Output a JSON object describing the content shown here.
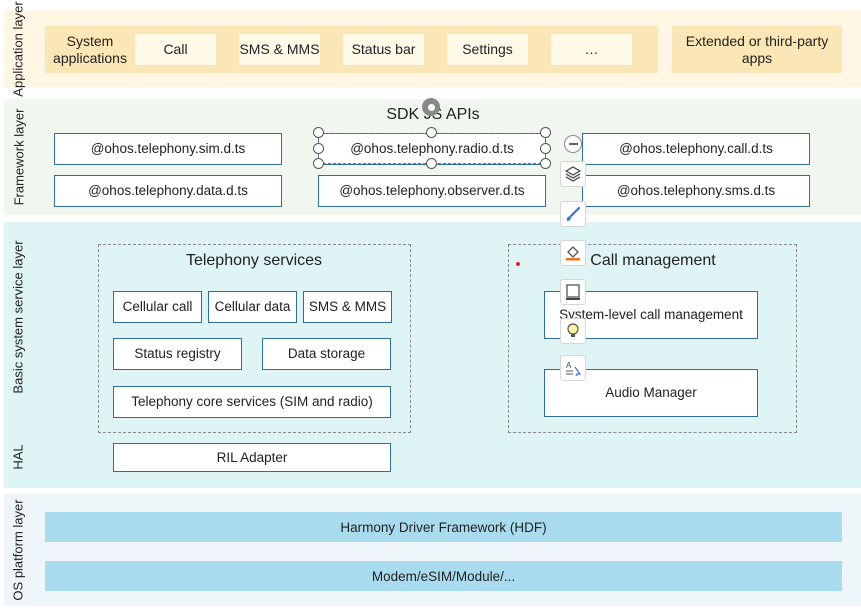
{
  "layers": {
    "application": "Application layer",
    "framework": "Framework layer",
    "basic": "Basic system service layer",
    "hal": "HAL",
    "os": "OS platform layer"
  },
  "application": {
    "items": [
      "System applications",
      "Call",
      "SMS & MMS",
      "Status bar",
      "Settings",
      "…"
    ],
    "extended": "Extended or third-party apps"
  },
  "framework": {
    "title": "SDK JS APIs",
    "apis": [
      "@ohos.telephony.sim.d.ts",
      "@ohos.telephony.radio.d.ts",
      "@ohos.telephony.call.d.ts",
      "@ohos.telephony.data.d.ts",
      "@ohos.telephony.observer.d.ts",
      "@ohos.telephony.sms.d.ts"
    ]
  },
  "telephony": {
    "title": "Telephony services",
    "cellular_call": "Cellular call",
    "cellular_data": "Cellular data",
    "sms_mms": "SMS & MMS",
    "status_registry": "Status registry",
    "data_storage": "Data storage",
    "core": "Telephony core services (SIM and radio)"
  },
  "call_management": {
    "title": "Call management",
    "system_level": "System-level call management",
    "audio": "Audio Manager"
  },
  "hal": {
    "ril": "RIL Adapter"
  },
  "os": {
    "hdf": "Harmony Driver Framework (HDF)",
    "modem": "Modem/eSIM/Module/..."
  },
  "toolbar": {
    "icons": [
      "minus-icon",
      "layers-icon",
      "brush-icon",
      "fill-icon",
      "frame-icon",
      "lightbulb-icon",
      "text-style-icon"
    ]
  },
  "colors": {
    "app_bg": "#fdf2d6",
    "framework_bg": "#eef7ee",
    "basic_bg": "#dff4f6",
    "os_bg": "#eef6fa",
    "band": "#a9dbef",
    "box_border": "#2e6e9e"
  }
}
